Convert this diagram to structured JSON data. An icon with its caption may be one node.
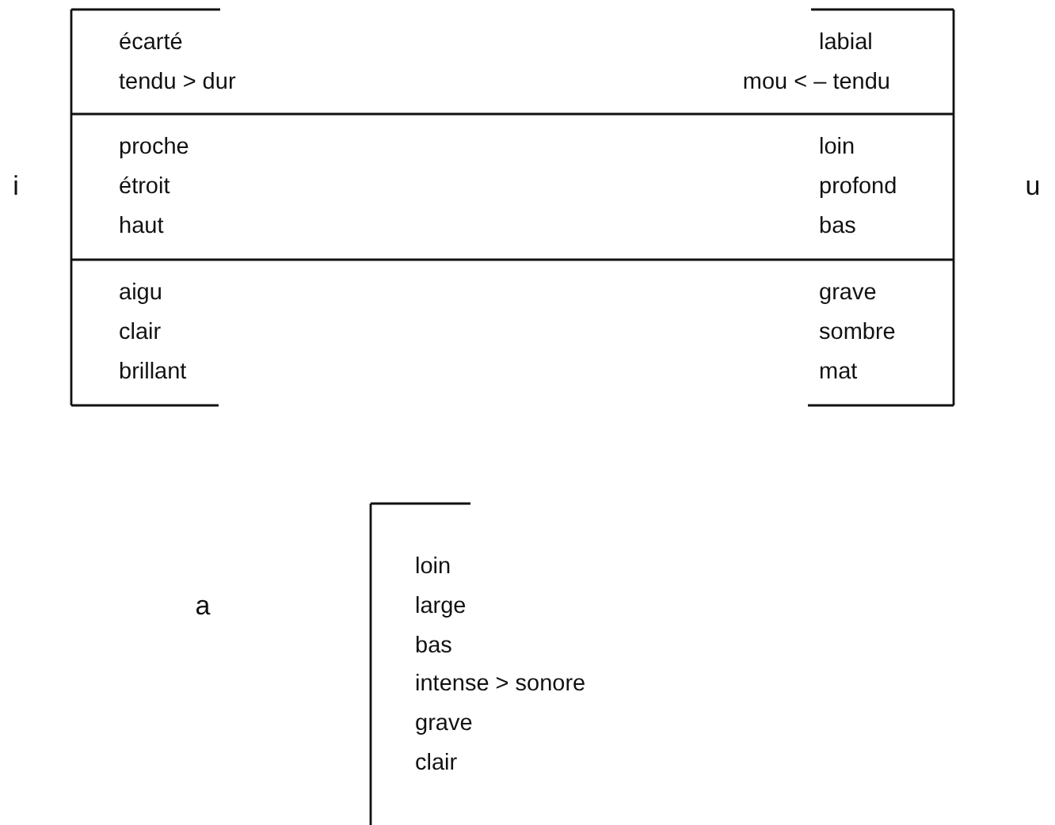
{
  "diagram": {
    "labels": [
      "écarté",
      "labial",
      "tendu > dur",
      "mou < – tendu",
      "proche",
      "loin",
      "i",
      "étroit",
      "profond",
      "u",
      "haut",
      "bas",
      "aigu",
      "grave",
      "clair",
      "sombre",
      "brillant",
      "mat",
      "loin",
      "a",
      "large",
      "bas",
      "intense > sonore",
      "grave",
      "clair"
    ]
  }
}
